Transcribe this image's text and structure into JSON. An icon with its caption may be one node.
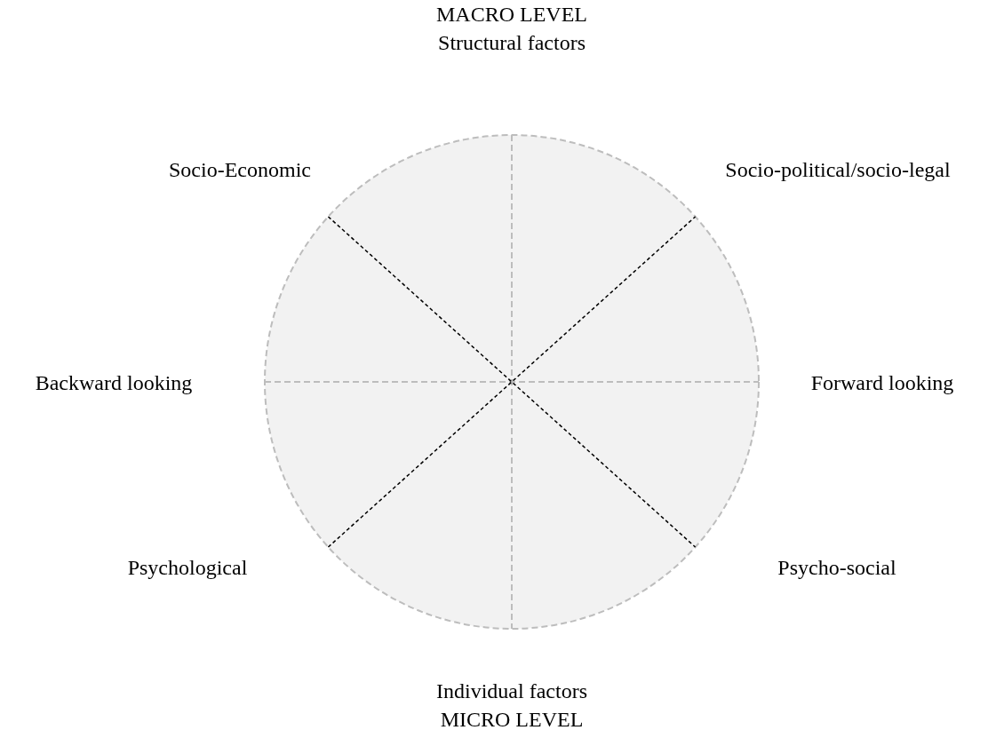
{
  "diagram": {
    "nodes": [
      {
        "text": [],
        "shape": "circle"
      }
    ],
    "labels": [
      "MACRO LEVEL",
      "Structural factors",
      "Socio-Economic",
      "Socio-political/socio-legal",
      "Backward looking",
      "Forward looking",
      "Psychological",
      "Psycho-social",
      "Individual factors",
      "MICRO LEVEL"
    ]
  }
}
